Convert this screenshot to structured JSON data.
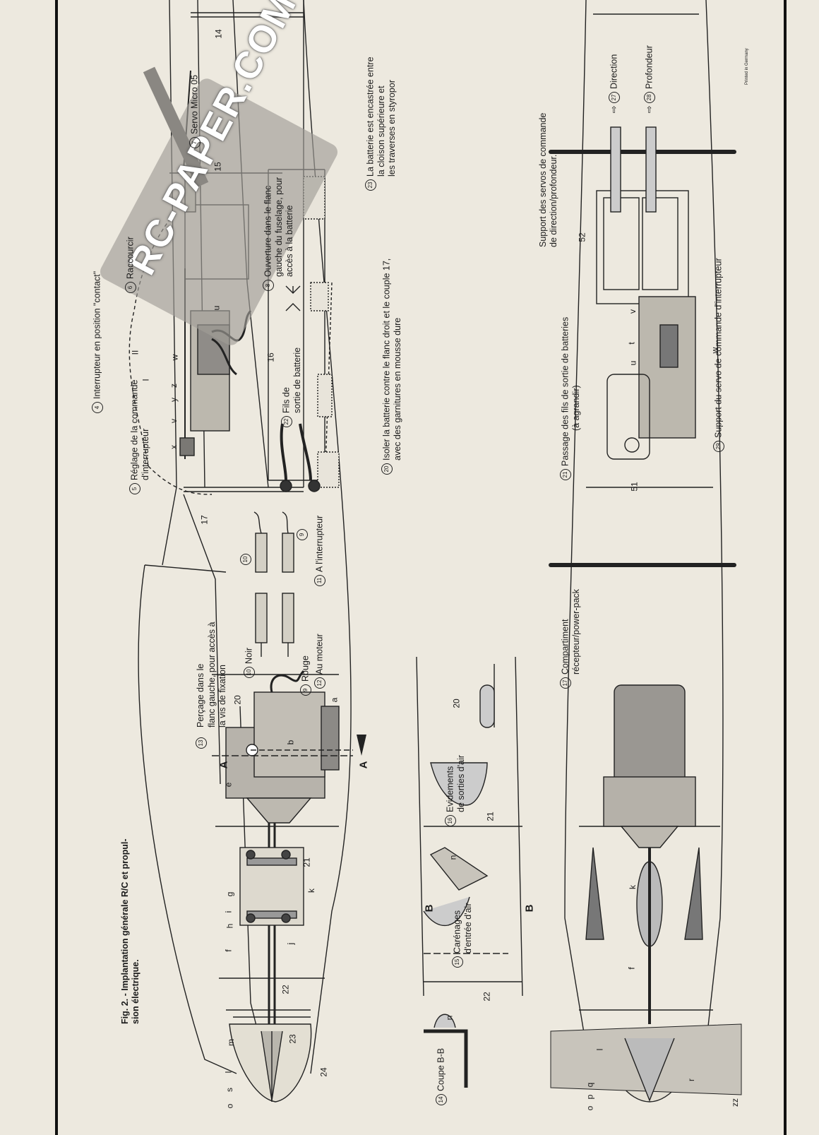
{
  "caption": {
    "line1": "Fig. 2. - Implantation générale R/C et propul-",
    "line2": "sion électrique."
  },
  "watermark": "RC-PAPER.COM",
  "printed": "Printed in Germany",
  "callouts": {
    "c4": {
      "num": "4",
      "text": "Interrupteur en position \"contact\""
    },
    "c5": {
      "num": "5",
      "line1": "Réglage de la commande",
      "line2": "d'interrupteur"
    },
    "c6": {
      "num": "6",
      "text": "Raccourcir"
    },
    "c7": {
      "num": "7",
      "text": "Servo Micro 05"
    },
    "c8": {
      "num": "8",
      "line1": "Ouverture dans le flanc",
      "line2": "gauche du fuselage, pour",
      "line3": "accès à la batterie"
    },
    "c9a": {
      "num": "9"
    },
    "c9b": {
      "num": "9",
      "text": "Rouge"
    },
    "c10a": {
      "num": "10"
    },
    "c10b": {
      "num": "10",
      "text": "Noir"
    },
    "c11": {
      "num": "11",
      "text": "A l'interrupteur"
    },
    "c12": {
      "num": "12",
      "text": "Au moteur"
    },
    "c13": {
      "num": "13",
      "line1": "Perçage dans le",
      "line2": "flanc gauche, pour accès à",
      "line3": "la vis de fixation"
    },
    "c14": {
      "num": "14",
      "text": "Coupe B-B"
    },
    "c15": {
      "num": "15",
      "line1": "Carénages",
      "line2": "d'entrée d'air"
    },
    "c16": {
      "num": "16",
      "line1": "Evidements",
      "line2": "de sorties d'air"
    },
    "c17": {
      "num": "17",
      "line1": "Compartiment",
      "line2": "récepteur/power-pack"
    },
    "c20": {
      "num": "20",
      "line1": "Isoler la batterie contre le flanc droit et le couple 17,",
      "line2": "avec des garnitures en mousse dure"
    },
    "c21": {
      "num": "21",
      "line1": "Passage des fils de sortie de batteries",
      "line2": "(à agrandir)"
    },
    "c22": {
      "num": "22",
      "line1": "Fils de",
      "line2": "sortie de batterie"
    },
    "c23": {
      "num": "23",
      "line1": "La batterie est encastrée entre",
      "line2": "la cloison supérieure et",
      "line3": "les traverses en  styropor"
    },
    "c27": {
      "num": "27",
      "text": "Direction"
    },
    "c28": {
      "num": "28",
      "text": "Profondeur"
    },
    "c29": {
      "num": "29",
      "text": "Support du servo de commande d'interrupteur"
    },
    "supportServos": {
      "line1": "Support des servos de commande",
      "line2": "de direction/profondeur."
    }
  },
  "partNumbers": [
    "14",
    "15",
    "16",
    "17",
    "20",
    "21",
    "22",
    "23",
    "24",
    "51",
    "52"
  ],
  "letters": {
    "o": "o",
    "s": "s",
    "l": "l",
    "m": "m",
    "f": "f",
    "h": "h",
    "i": "i",
    "g": "g",
    "j": "j",
    "k": "k",
    "e": "e",
    "b": "b",
    "a": "a",
    "A": "A",
    "B": "B",
    "n": "n",
    "x": "x",
    "v": "v",
    "y": "y",
    "z": "z",
    "w": "w",
    "u": "u",
    "t": "t",
    "r": "r",
    "zz": "zz",
    "q": "q",
    "p": "p",
    "I": "I",
    "II": "II"
  }
}
